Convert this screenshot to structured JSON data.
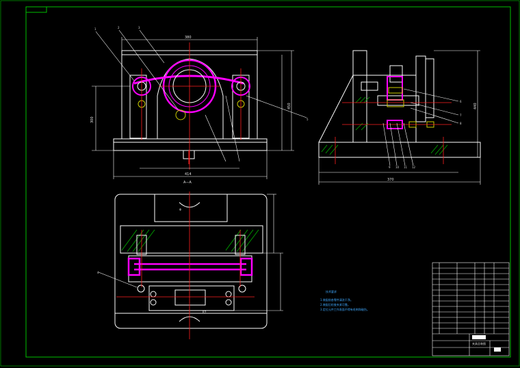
{
  "colors": {
    "background": "#000000",
    "frame": "#00c000",
    "outline": "#ffffff",
    "hidden": "#cccc00",
    "center": "#ff2020",
    "section": "#00b000",
    "highlight": "#ff00ff",
    "note": "#3fa9ff"
  },
  "drawing": {
    "front_view_top_dim": "380",
    "front_view_width_dim": "414",
    "section_label": "A—A",
    "front_view_height_dim": "300",
    "front_view_right_dim": "450",
    "side_view_width_dim": "370",
    "side_view_height_dim": "440",
    "plan_dim_top": "Φ",
    "plan_dim_bottom": "R7",
    "notes_title": "技术要求",
    "notes": [
      "1.装配前各零件清洗干净。",
      "2.装配后检查夹紧可靠。",
      "3.定位元件工作表面不得有毛刺和碰伤。"
    ],
    "part_callouts": [
      "1",
      "2",
      "3",
      "4",
      "5",
      "6",
      "7",
      "8",
      "9",
      "10",
      "11",
      "12"
    ]
  },
  "title_block": {
    "rows": [
      "",
      "",
      "",
      "",
      "",
      "",
      "",
      "",
      "",
      "",
      "",
      "",
      "",
      ""
    ],
    "bottom_label": "夹具总装图"
  }
}
